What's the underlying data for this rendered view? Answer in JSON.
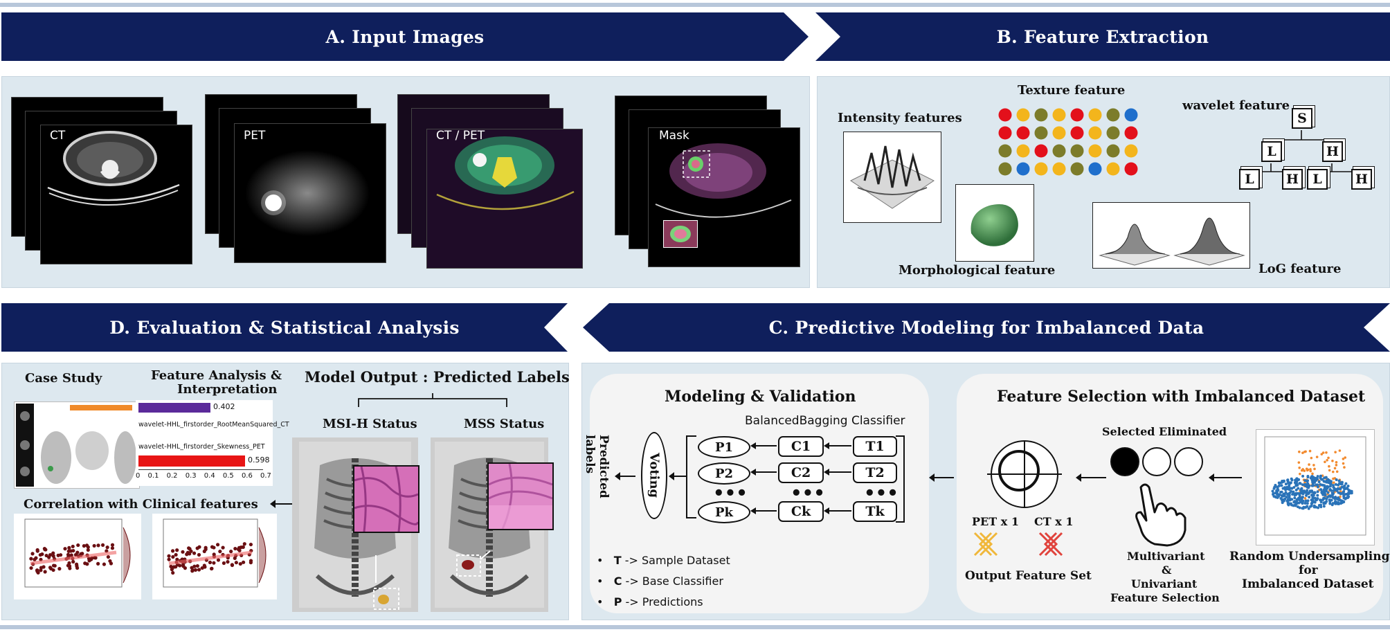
{
  "banners": {
    "a": "A.  Input Images",
    "b": "B.  Feature Extraction",
    "c": "C.  Predictive Modeling for Imbalanced Data",
    "d": "D.  Evaluation & Statistical Analysis"
  },
  "input_images": [
    "CT",
    "PET",
    "CT / PET",
    "Mask"
  ],
  "features": {
    "intensity": "Intensity features",
    "texture": "Texture feature",
    "wavelet": "wavelet feature",
    "morphological": "Morphological feature",
    "log": "LoG feature",
    "tree": {
      "root": "S",
      "l": "L",
      "h": "H"
    },
    "texture_colors": [
      "#e3101b",
      "#f3b51c",
      "#7c7c2a",
      "#1f6fcc"
    ]
  },
  "modeling": {
    "title": "Modeling & Validation",
    "classifier": "BalancedBagging Classifier",
    "voting": "Voting",
    "predicted_labels": "Predicted labels",
    "p": [
      "P1",
      "P2",
      "Pk"
    ],
    "c": [
      "C1",
      "C2",
      "Ck"
    ],
    "t": [
      "T1",
      "T2",
      "Tk"
    ],
    "dots": "•••",
    "legend": [
      {
        "key": "T",
        "text": " -> Sample Dataset"
      },
      {
        "key": "C",
        "text": " -> Base Classifier"
      },
      {
        "key": "P",
        "text": " -> Predictions"
      }
    ]
  },
  "selection": {
    "title": "Feature Selection with Imbalanced Dataset",
    "selected": "Selected",
    "eliminated": "Eliminated",
    "pet": "PET x 1",
    "ct": "CT x 1",
    "output": "Output Feature Set",
    "multivariate": [
      "Multivariant",
      "&",
      "Univariant",
      "Feature Selection"
    ],
    "undersampling": [
      "Random Undersampling",
      "for",
      "Imbalanced Dataset"
    ],
    "colors": {
      "pet": "#f0b73a",
      "ct": "#e0433c"
    }
  },
  "evaluation": {
    "case_study": "Case Study",
    "feature_analysis": [
      "Feature Analysis &",
      "Interpretation"
    ],
    "feat1": "wavelet-HHL_firstorder_RootMeanSquared_CT",
    "feat2": "wavelet-HHL_firstorder_Skewness_PET",
    "val1": "0.402",
    "val2": "0.598",
    "axis_ticks": [
      "0",
      "0.1",
      "0.2",
      "0.3",
      "0.4",
      "0.5",
      "0.6",
      "0.7"
    ],
    "correlation": "Correlation with Clinical  features",
    "model_output": "Model Output : Predicted Labels",
    "msih": "MSI-H Status",
    "mss": "MSS Status"
  }
}
